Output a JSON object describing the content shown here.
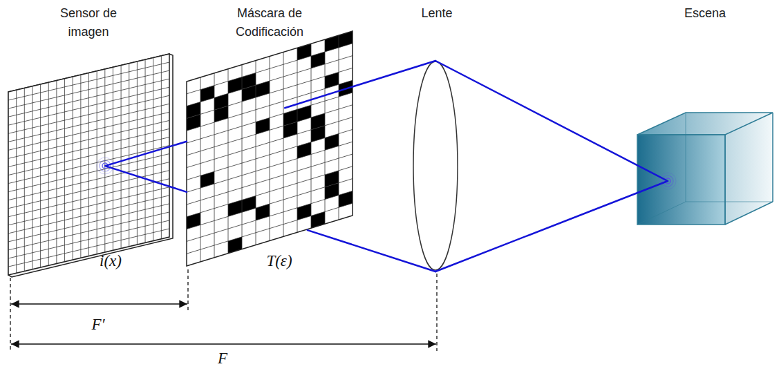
{
  "diagram": {
    "nodes": [
      {
        "text": [
          "Sensor de imagen",
          "i(x)"
        ]
      },
      {
        "text": [
          "Máscara de Codificación",
          "T(ε)"
        ]
      },
      {
        "text": [
          "Lente"
        ]
      },
      {
        "text": [
          "Escena"
        ]
      }
    ],
    "edges": [
      {
        "from": 3,
        "to": 2,
        "arrow": "none"
      },
      {
        "from": 2,
        "to": 1,
        "arrow": "none"
      },
      {
        "from": 1,
        "to": 0,
        "arrow": "none"
      }
    ],
    "labels": [
      "F′",
      "F"
    ]
  }
}
